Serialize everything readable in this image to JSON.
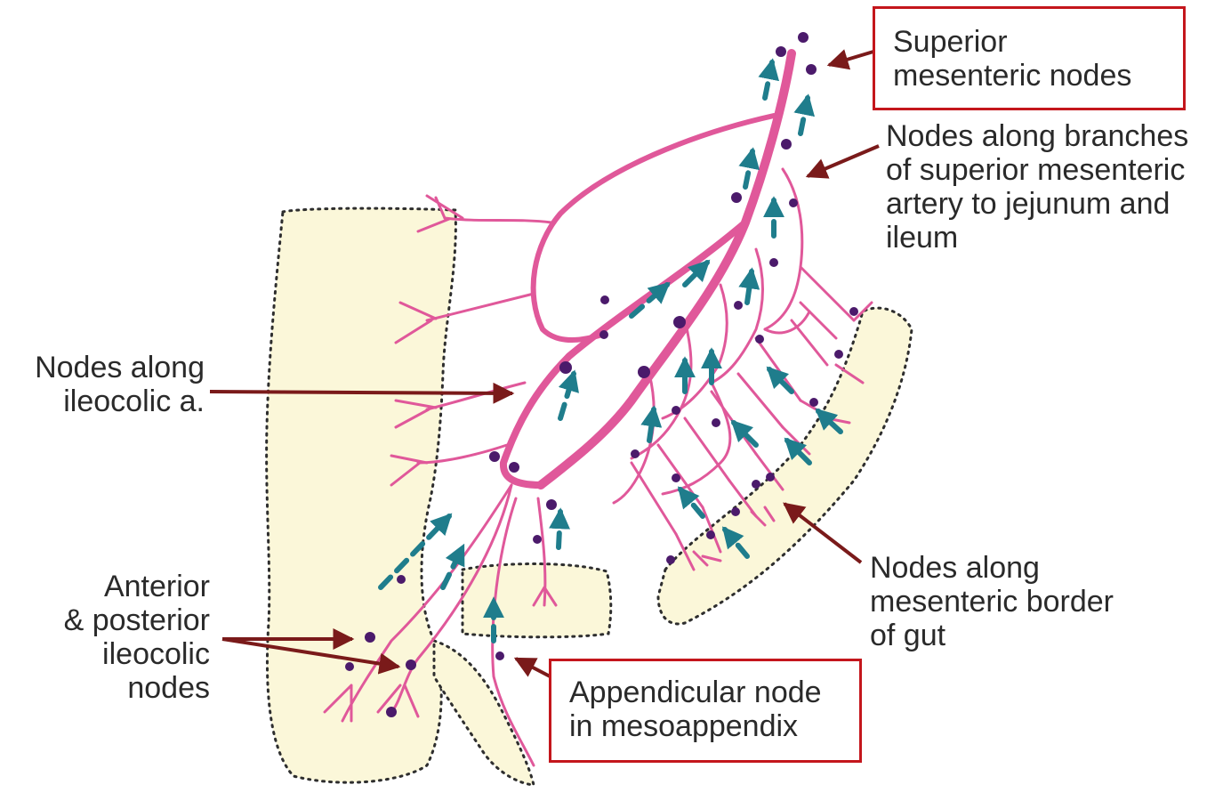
{
  "colors": {
    "vessel": "#e0589a",
    "node": "#4b1a6b",
    "lymph_arrow": "#1f7d8c",
    "label_arrow": "#7a1a1a",
    "gut_fill": "#fbf7d9",
    "gut_outline": "#2e2e2e",
    "highlight_box": "#c4161c"
  },
  "labels": {
    "superior_mesenteric_nodes": {
      "lines": [
        "Superior",
        "mesenteric nodes"
      ],
      "highlighted": true
    },
    "jejunum_ileum_nodes": {
      "lines": [
        "Nodes along branches",
        "of superior mesenteric",
        "artery to jejunum and",
        "ileum"
      ]
    },
    "ileocolic_nodes": {
      "lines": [
        "Nodes along",
        "ileocolic a."
      ]
    },
    "anterior_posterior_nodes": {
      "lines": [
        "Anterior",
        "& posterior",
        "ileocolic",
        "nodes"
      ]
    },
    "mesenteric_border_nodes": {
      "lines": [
        "Nodes along",
        "mesenteric border",
        "of gut"
      ]
    },
    "appendicular_node": {
      "lines": [
        "Appendicular node",
        "in mesoappendix"
      ],
      "highlighted": true
    }
  }
}
